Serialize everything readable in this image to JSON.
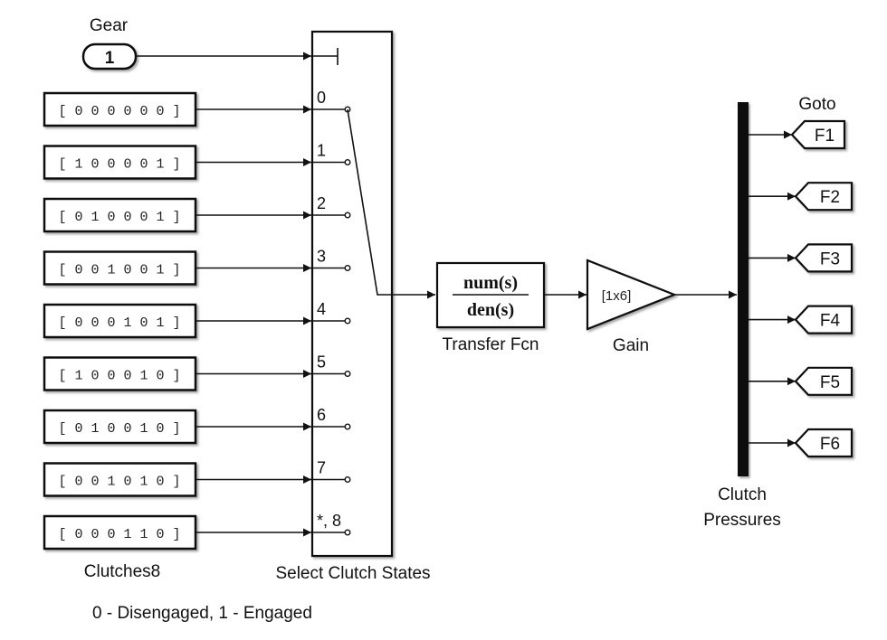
{
  "gear_inport": {
    "label": "Gear",
    "port_number": "1"
  },
  "constants": {
    "label": "Clutches8",
    "items": [
      {
        "value": "[ 0 0 0 0 0 0 ]"
      },
      {
        "value": "[ 1 0 0 0 0 1 ]"
      },
      {
        "value": "[ 0 1 0 0 0 1 ]"
      },
      {
        "value": "[ 0 0 1 0 0 1 ]"
      },
      {
        "value": "[ 0 0 0 1 0 1 ]"
      },
      {
        "value": "[ 1 0 0 0 1 0 ]"
      },
      {
        "value": "[ 0 1 0 0 1 0 ]"
      },
      {
        "value": "[ 0 0 1 0 1 0 ]"
      },
      {
        "value": "[ 0 0 0 1 1 0 ]"
      }
    ]
  },
  "switch_block": {
    "label": "Select Clutch States",
    "ports": [
      "0",
      "1",
      "2",
      "3",
      "4",
      "5",
      "6",
      "7",
      "*, 8"
    ],
    "active_port_index": 0
  },
  "transfer_fcn": {
    "label": "Transfer Fcn",
    "numerator": "num(s)",
    "denominator": "den(s)"
  },
  "gain": {
    "label": "Gain",
    "value": "[1x6]"
  },
  "demux": {
    "label_line1": "Clutch",
    "label_line2": "Pressures"
  },
  "goto": {
    "label": "Goto",
    "tags": [
      "F1",
      "F2",
      "F3",
      "F4",
      "F5",
      "F6"
    ]
  },
  "legend_note": "0 - Disengaged, 1 - Engaged",
  "colors": {
    "line": "#111111",
    "background": "#ffffff"
  }
}
